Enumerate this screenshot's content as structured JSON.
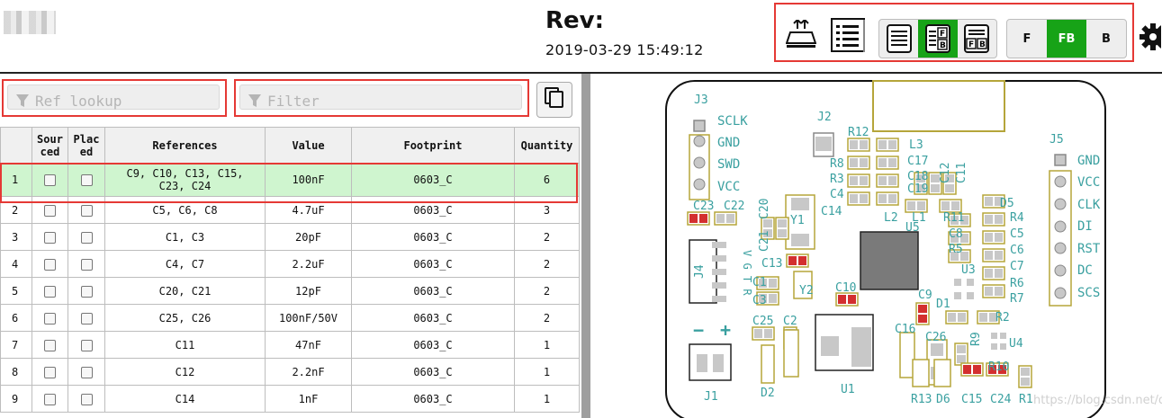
{
  "header": {
    "title": "Rev:",
    "date": "2019-03-29 15:49:12"
  },
  "toolbar": {
    "icons": [
      "silkscreen-toggle-icon",
      "netlist-icon"
    ],
    "layout_buttons": [
      "bom-only-icon",
      "bom-left-fb-icon",
      "bom-top-fb-icon"
    ],
    "layer_buttons": [
      {
        "label": "F",
        "active": false
      },
      {
        "label": "FB",
        "active": true
      },
      {
        "label": "B",
        "active": false
      }
    ],
    "active_color": "#17a317"
  },
  "filters": {
    "ref_lookup_placeholder": "Ref lookup",
    "filter_placeholder": "Filter"
  },
  "bom": {
    "columns": [
      "",
      "Sour ced",
      "Plac ed",
      "References",
      "Value",
      "Footprint",
      "Quantity"
    ],
    "column_lines": [
      [
        "",
        ""
      ],
      [
        "Sour",
        "ced"
      ],
      [
        "Plac",
        "ed"
      ],
      [
        "References"
      ],
      [
        "Value"
      ],
      [
        "Footprint"
      ],
      [
        "Quantity"
      ]
    ],
    "rows": [
      {
        "n": "1",
        "refs": "C9, C10, C13, C15, C23, C24",
        "refs_l1": "C9, C10, C13, C15,",
        "refs_l2": "C23, C24",
        "value": "100nF",
        "footprint": "0603_C",
        "qty": "6",
        "highlight": true
      },
      {
        "n": "2",
        "refs": "C5, C6, C8",
        "value": "4.7uF",
        "footprint": "0603_C",
        "qty": "3"
      },
      {
        "n": "3",
        "refs": "C1, C3",
        "value": "20pF",
        "footprint": "0603_C",
        "qty": "2"
      },
      {
        "n": "4",
        "refs": "C4, C7",
        "value": "2.2uF",
        "footprint": "0603_C",
        "qty": "2"
      },
      {
        "n": "5",
        "refs": "C20, C21",
        "value": "12pF",
        "footprint": "0603_C",
        "qty": "2"
      },
      {
        "n": "6",
        "refs": "C25, C26",
        "value": "100nF/50V",
        "footprint": "0603_C",
        "qty": "2"
      },
      {
        "n": "7",
        "refs": "C11",
        "value": "47nF",
        "footprint": "0603_C",
        "qty": "1"
      },
      {
        "n": "8",
        "refs": "C12",
        "value": "2.2nF",
        "footprint": "0603_C",
        "qty": "1"
      },
      {
        "n": "9",
        "refs": "C14",
        "value": "1nF",
        "footprint": "0603_C",
        "qty": "1"
      }
    ],
    "highlight_color": "#cff5cf"
  },
  "pcb": {
    "labels": {
      "J3": "J3",
      "SCLK": "SCLK",
      "GND_l": "GND",
      "SWD": "SWD",
      "VCC_l": "VCC",
      "J2": "J2",
      "R12": "R12",
      "L3": "L3",
      "C17": "C17",
      "R8": "R8",
      "C18": "C18",
      "R3": "R3",
      "C19": "C19",
      "C12": "C12",
      "C11": "C11",
      "C4": "C4",
      "C14": "C14",
      "L2": "L2",
      "L1": "L1",
      "R11": "R11",
      "D5": "D5",
      "R4": "R4",
      "C5": "C5",
      "C8": "C8",
      "R5": "R5",
      "C6": "C6",
      "C7": "C7",
      "R6": "R6",
      "R7": "R7",
      "J5": "J5",
      "GND_r": "GND",
      "VCC_r": "VCC",
      "CLK": "CLK",
      "DI": "DI",
      "RST": "RST",
      "DC": "DC",
      "SCS": "SCS",
      "C23": "C23",
      "C22": "C22",
      "C20": "C20",
      "Y1": "Y1",
      "U5": "U5",
      "C21": "C21",
      "J4": "J4",
      "VGTR": "V G T R",
      "C13": "C13",
      "U3": "U3",
      "C1": "C1",
      "C3": "C3",
      "Y2": "Y2",
      "C10": "C10",
      "C9": "C9",
      "D1": "D1",
      "R2": "R2",
      "C25": "C25",
      "C2": "C2",
      "C16": "C16",
      "C26": "C26",
      "R9": "R9",
      "U4": "U4",
      "minus": "−",
      "plus": "+",
      "R10": "R10",
      "J1": "J1",
      "D2": "D2",
      "U1": "U1",
      "R13": "R13",
      "D6": "D6",
      "C15": "C15",
      "C24": "C24",
      "R1": "R1"
    },
    "label_color": "#3aa0a0",
    "pad_color": "#c8c8c8",
    "outline_color": "#b5a53a",
    "highlight_pad_color": "#d32f2f"
  },
  "watermark": "https://blog.csdn.net/qin_love"
}
